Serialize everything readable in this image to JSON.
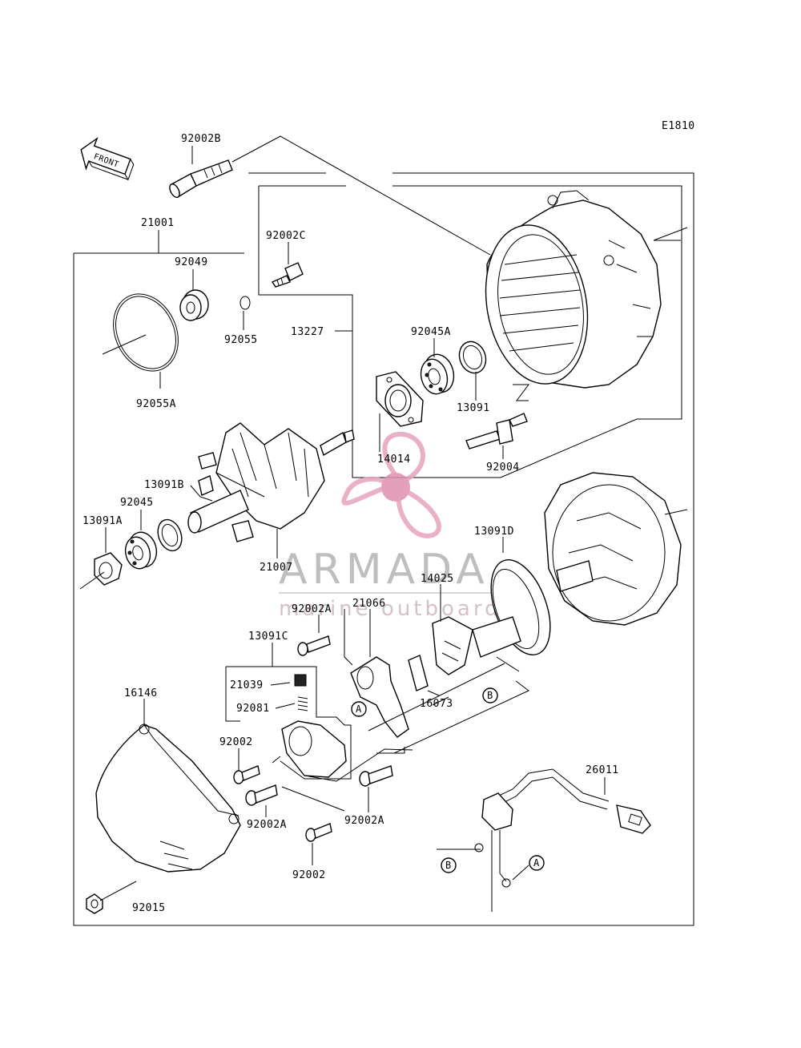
{
  "diagram_id": "E1810",
  "front_label": "FRONT",
  "watermark": {
    "title": "ARMADA",
    "subtitle": "marine outboards",
    "colors": {
      "propeller": "#e6a3bf",
      "hub": "#e090b0",
      "text": "#9a9a9a"
    }
  },
  "ref_markers": [
    "A",
    "B"
  ],
  "part_labels": {
    "p92002B": "92002B",
    "p21001": "21001",
    "p92002C": "92002C",
    "p92049": "92049",
    "p92055": "92055",
    "p92055A": "92055A",
    "p13227": "13227",
    "p92045A": "92045A",
    "p13091": "13091",
    "p14014": "14014",
    "p92004": "92004",
    "p13091B": "13091B",
    "p92045": "92045",
    "p13091A": "13091A",
    "p21007": "21007",
    "p13091D": "13091D",
    "p14025": "14025",
    "p92002A_top": "92002A",
    "p21066": "21066",
    "p13091C": "13091C",
    "p21039": "21039",
    "p92081": "92081",
    "p16073": "16073",
    "p16146": "16146",
    "p92002_left": "92002",
    "p92002A_left": "92002A",
    "p92002A_right": "92002A",
    "p92002_bottom": "92002",
    "p92015": "92015",
    "p26011": "26011"
  }
}
